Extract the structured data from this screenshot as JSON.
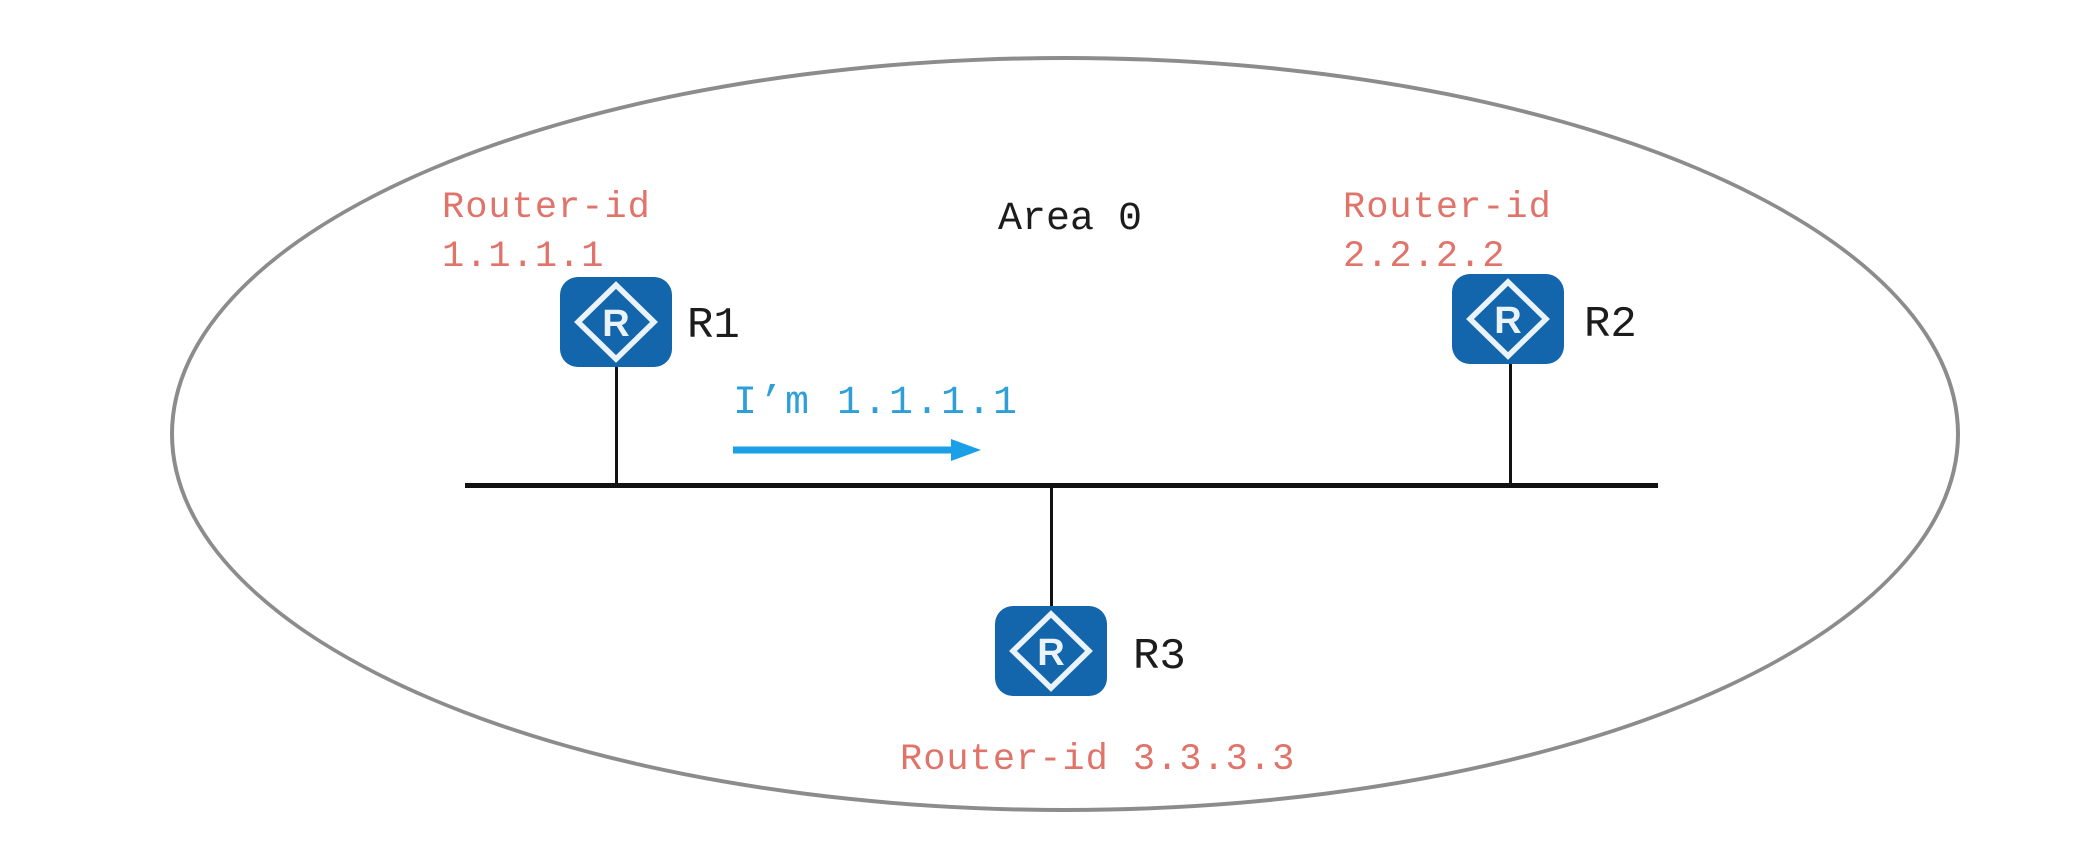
{
  "diagram": {
    "type": "network-topology",
    "area_label": "Area 0",
    "nodes": [
      {
        "name": "R1",
        "router_id_label": "Router-id",
        "router_id": "1.1.1.1",
        "position": "top-left"
      },
      {
        "name": "R2",
        "router_id_label": "Router-id",
        "router_id": "2.2.2.2",
        "position": "top-right"
      },
      {
        "name": "R3",
        "router_id_label": "Router-id",
        "router_id": "3.3.3.3",
        "position": "bottom-center"
      }
    ],
    "message": {
      "text": "I’m 1.1.1.1",
      "from": "R1",
      "direction": "right"
    },
    "icon": {
      "glyph": "R"
    },
    "colors": {
      "router_icon_blue": "#1365AC",
      "router_id_red": "#E0736A",
      "message_blue": "#2F9FD8",
      "arrow_blue": "#1BA0E8",
      "area_outline_gray": "#8C8C8C",
      "bus_black": "#121212"
    }
  }
}
